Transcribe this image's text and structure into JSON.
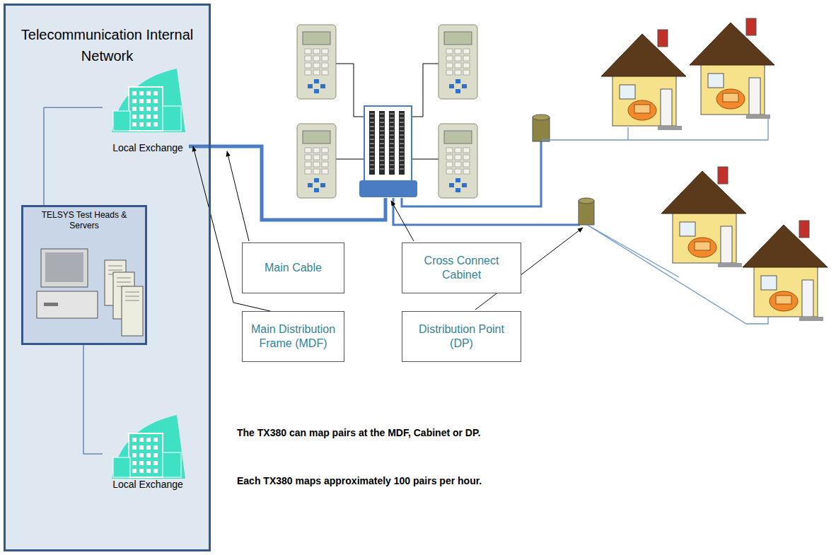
{
  "diagram": {
    "nodes": [
      {
        "text": [
          "Telecommunication Internal Network"
        ]
      },
      {
        "text": [
          "Local Exchange"
        ],
        "in": 0
      },
      {
        "text": [
          "TELSYS Test Heads & Servers"
        ],
        "in": 0
      },
      {
        "text": [
          "Local Exchange"
        ],
        "in": 0
      },
      {
        "text": [
          "Main Cable"
        ]
      },
      {
        "text": [
          "Cross Connect Cabinet"
        ]
      },
      {
        "text": [
          "Main Distribution Frame (MDF)"
        ]
      },
      {
        "text": [
          "Distribution Point (DP)"
        ]
      }
    ],
    "edges": [
      {
        "from": 2,
        "to": 1,
        "arrow": "none"
      },
      {
        "from": 2,
        "to": 3,
        "arrow": "none"
      },
      {
        "from": 6,
        "to": 1,
        "arrow": "to"
      }
    ],
    "labels": [
      "The TX380 can map pairs at the MDF, Cabinet or DP.",
      "Each TX380 maps approximately 100 pairs per hour."
    ]
  }
}
